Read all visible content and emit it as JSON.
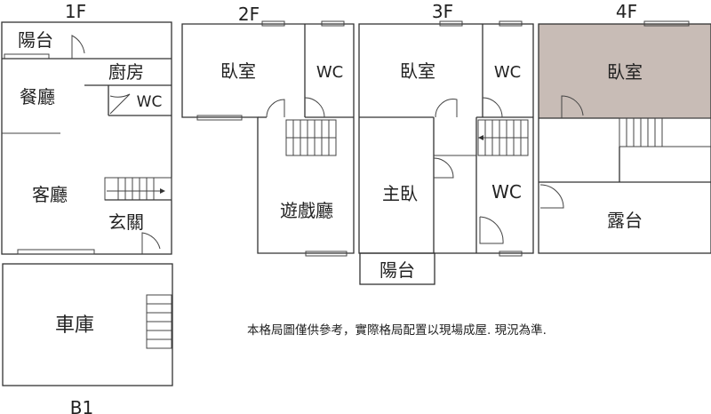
{
  "floors": {
    "1F": {
      "title": "1F",
      "rooms": {
        "balcony": "陽台",
        "kitchen": "廚房",
        "dining": "餐廳",
        "wc": "WC",
        "living": "客廳",
        "foyer": "玄關"
      }
    },
    "2F": {
      "title": "2F",
      "rooms": {
        "bedroom": "臥室",
        "wc": "WC",
        "playroom": "遊戲廳"
      }
    },
    "3F": {
      "title": "3F",
      "rooms": {
        "bedroom": "臥室",
        "wc_top": "WC",
        "master": "主臥",
        "wc_bottom": "WC",
        "balcony": "陽台"
      }
    },
    "4F": {
      "title": "4F",
      "rooms": {
        "bedroom": "臥室",
        "terrace": "露台"
      }
    },
    "B1": {
      "title": "B1",
      "rooms": {
        "garage": "車庫"
      }
    }
  },
  "disclaimer": "本格局圖僅供參考，實際格局配置以現場成屋. 現況為準.",
  "colors": {
    "highlight_room": "#c8bcb6",
    "wall": "#333333"
  }
}
